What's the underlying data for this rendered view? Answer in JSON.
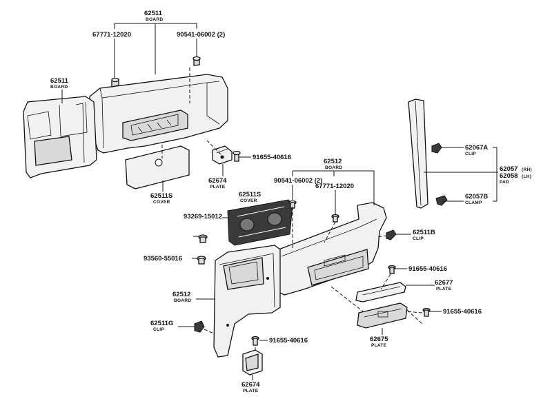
{
  "callouts": {
    "board_top": {
      "number": "62511",
      "desc": "BOARD"
    },
    "bolt_top_left": {
      "number": "67771-12020"
    },
    "screw_top_right": {
      "number": "90541-06002 (2)"
    },
    "board_left": {
      "number": "62511",
      "desc": "BOARD"
    },
    "screw_plate_top": {
      "number": "91655-40616"
    },
    "plate_top": {
      "number": "62674",
      "desc": "PLATE"
    },
    "cover_top": {
      "number": "62511S",
      "desc": "COVER"
    },
    "clip_a": {
      "number": "62067A",
      "desc": "CLIP"
    },
    "pad": {
      "number_rh": "62057",
      "suffix_rh": "(RH)",
      "number_lh": "62058",
      "suffix_lh": "(LH)",
      "desc": "PAD"
    },
    "clamp_b": {
      "number": "62057B",
      "desc": "CLAMP"
    },
    "board_mid": {
      "number": "62512",
      "desc": "BOARD"
    },
    "screw_mid": {
      "number": "90541-06002 (2)"
    },
    "bolt_mid": {
      "number": "67771-12020"
    },
    "cover_mid": {
      "number": "62511S",
      "desc": "COVER"
    },
    "part_93269": {
      "number": "93269-15012"
    },
    "clip_b": {
      "number": "62511B",
      "desc": "CLIP"
    },
    "part_93560": {
      "number": "93560-55016"
    },
    "screw_right_upper": {
      "number": "91655-40616"
    },
    "plate_62677": {
      "number": "62677",
      "desc": "PLATE"
    },
    "board_lower": {
      "number": "62512",
      "desc": "BOARD"
    },
    "screw_right_lower": {
      "number": "91655-40616"
    },
    "clip_g": {
      "number": "62511G",
      "desc": "CLIP"
    },
    "plate_62675": {
      "number": "62675",
      "desc": "PLATE"
    },
    "screw_bottom": {
      "number": "91655-40616"
    },
    "plate_bottom": {
      "number": "62674",
      "desc": "PLATE"
    }
  }
}
